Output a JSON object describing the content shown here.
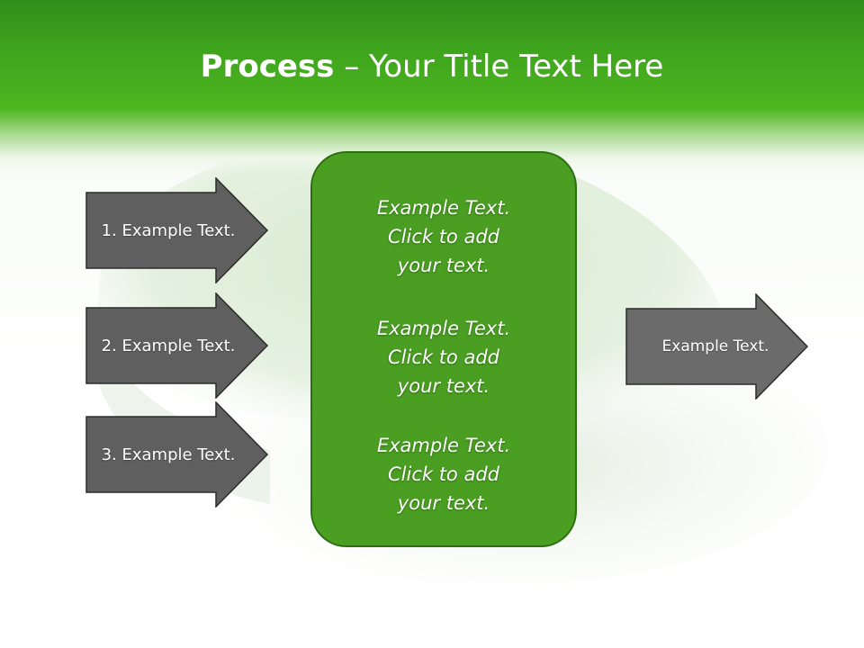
{
  "title": {
    "strong": "Process",
    "dash": " – ",
    "rest": "Your Title Text Here"
  },
  "left_arrows": [
    {
      "label": "1. Example Text."
    },
    {
      "label": "2. Example Text."
    },
    {
      "label": "3. Example Text."
    }
  ],
  "center_box": {
    "blocks": [
      {
        "line1": "Example Text.",
        "line2": "Click  to add",
        "line3": "your text."
      },
      {
        "line1": "Example Text.",
        "line2": "Click  to add",
        "line3": "your text."
      },
      {
        "line1": "Example Text.",
        "line2": "Click  to add",
        "line3": "your text."
      }
    ]
  },
  "right_arrow": {
    "label": "Example Text."
  },
  "colors": {
    "header_green": "#3fa51d",
    "arrow_gray": "#5f5f5f",
    "box_green": "#4a9e22"
  }
}
